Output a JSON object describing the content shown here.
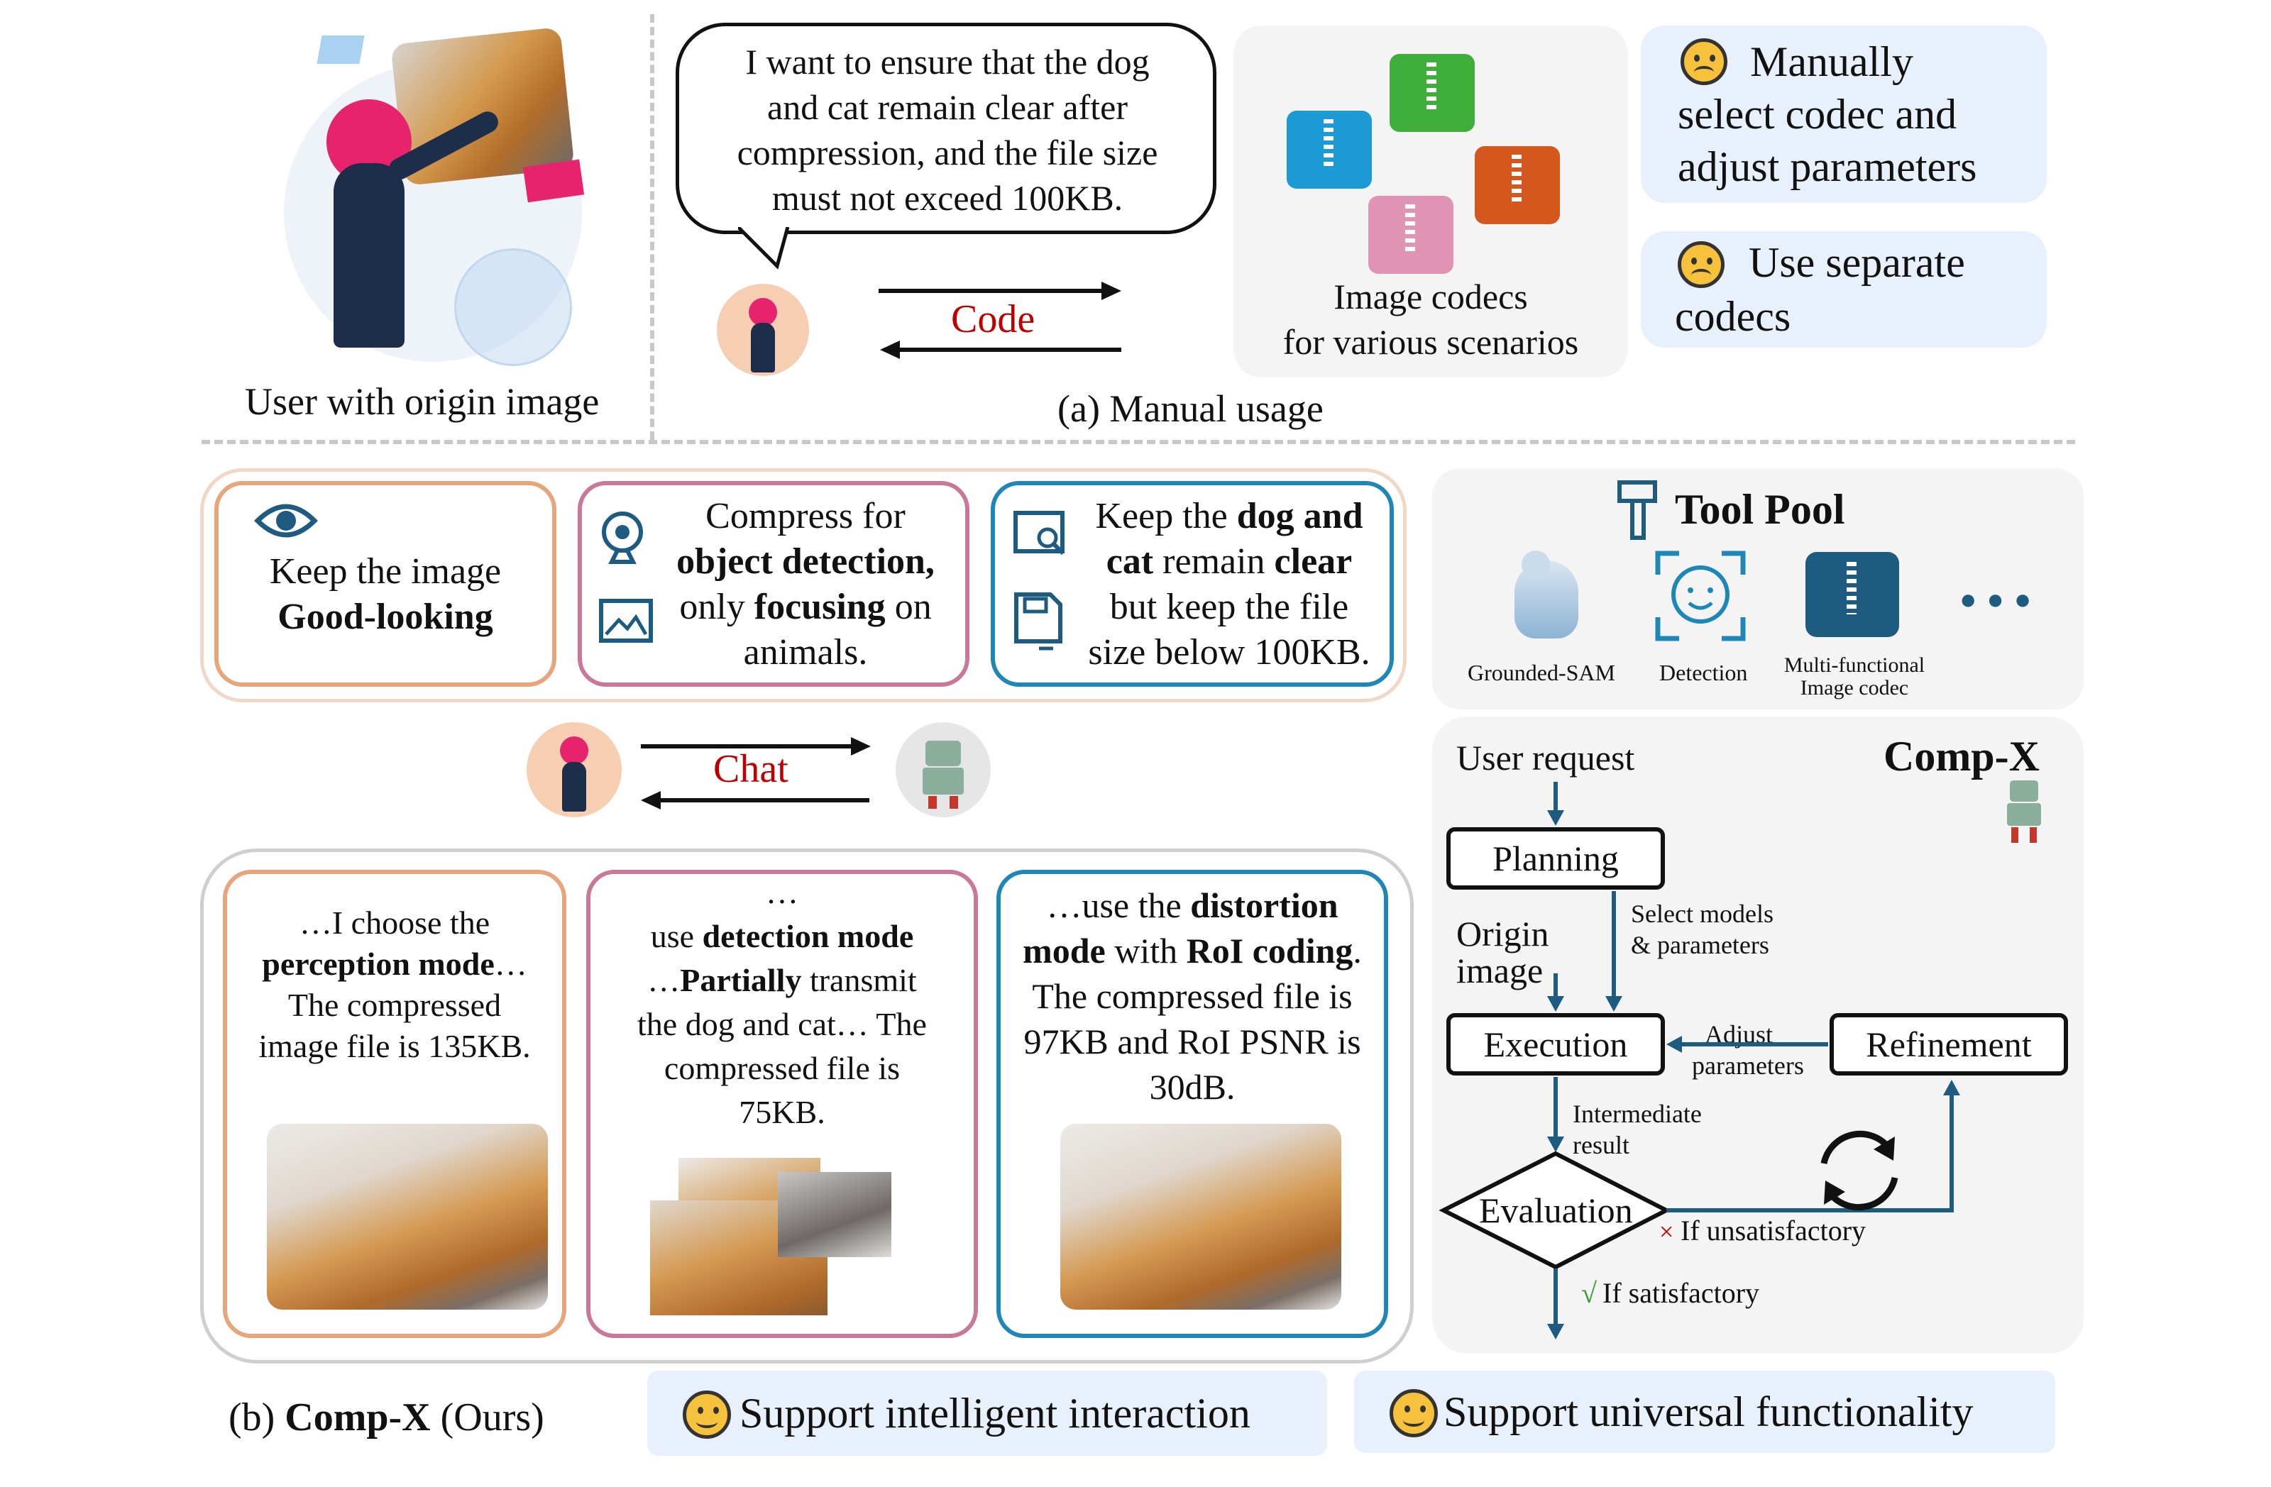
{
  "manual": {
    "user_caption": "User with origin image",
    "speech": [
      "I want to ensure that the dog",
      "and cat remain clear after",
      "compression, and the file size",
      "must not exceed 100KB."
    ],
    "code_label": "Code",
    "codecs_caption": [
      "Image codecs",
      "for various scenarios"
    ],
    "con1": [
      "Manually",
      "select codec and",
      "adjust parameters"
    ],
    "con2": [
      "Use separate",
      "codecs"
    ],
    "section_label": "(a) Manual usage"
  },
  "requests": {
    "r1": {
      "line1": "Keep the image",
      "line2": "Good-looking"
    },
    "r2": {
      "line1": "Compress for",
      "bold1": "object detection,",
      "pre": "only ",
      "bold2": "focusing",
      "post": " on",
      "line4": "animals."
    },
    "r3": {
      "a": "Keep the ",
      "a_b": "dog and",
      "b_b": "cat",
      "b": " remain ",
      "b_b2": "clear",
      "c": "but keep the file",
      "d": "size below 100KB."
    }
  },
  "chat_label": "Chat",
  "responses": {
    "r1": {
      "l1": "…I choose the",
      "b1": "perception mode",
      "l2": "…",
      "l3": "The compressed",
      "l4": "image file is 135KB."
    },
    "r2": {
      "l0": "…",
      "pre": "use ",
      "b1": "detection mode",
      "l2a": "…",
      "b2": "Partially",
      "l2b": " transmit",
      "l3": "the dog and cat… The",
      "l4": "compressed file is",
      "l5": "75KB."
    },
    "r3": {
      "pre": "…use the ",
      "b1": "distortion",
      "b2": "mode",
      "mid": " with ",
      "b3": "RoI coding",
      "dot": ".",
      "l3": "The compressed file is",
      "l4": "97KB and RoI PSNR is",
      "l5": "30dB."
    }
  },
  "tool_pool": {
    "title": "Tool Pool",
    "tools": [
      "Grounded-SAM",
      "Detection",
      "Multi-functional",
      "Image codec"
    ],
    "more": "• • •"
  },
  "compx": {
    "title": "Comp-X",
    "user_request": "User request",
    "planning": "Planning",
    "select_models": [
      "Select models",
      "& parameters"
    ],
    "origin_image": [
      "Origin",
      "image"
    ],
    "execution": "Execution",
    "adjust": [
      "Adjust",
      "parameters"
    ],
    "refinement": "Refinement",
    "intermediate": [
      "Intermediate",
      "result"
    ],
    "evaluation": "Evaluation",
    "unsatisfactory_mark": "×",
    "unsatisfactory": "If unsatisfactory",
    "satisfactory_mark": "√",
    "satisfactory": "If satisfactory"
  },
  "bottom": {
    "label_pre": "(b) ",
    "label_bold": "Comp-X",
    "label_post": " (Ours)",
    "pro1": "Support intelligent interaction",
    "pro2": "Support universal functionality"
  },
  "colors": {
    "orange": "#e8a47a",
    "pink": "#c9789a",
    "blue": "#1f87b8",
    "dark_blue": "#1d5b80",
    "red": "#c00000",
    "light_blue_bg": "#e8f1fb",
    "panel_gray": "#f4f4f4"
  }
}
